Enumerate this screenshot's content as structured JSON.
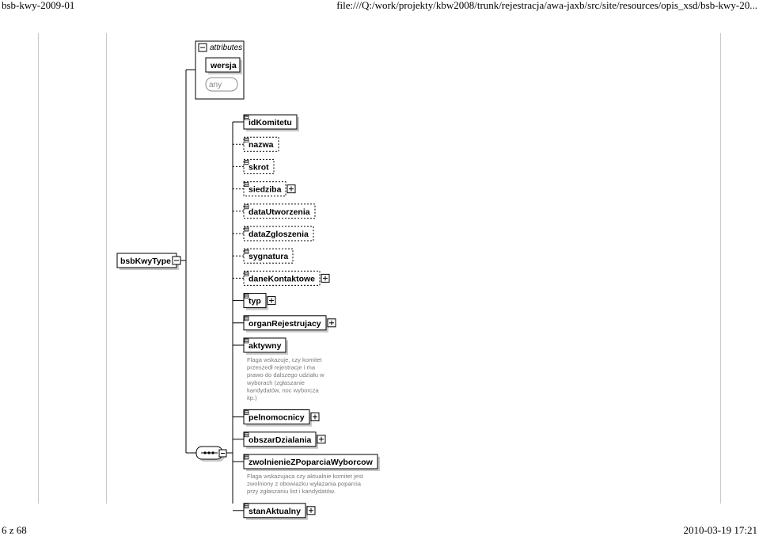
{
  "header": {
    "left_title": "bsb-kwy-2009-01",
    "right_url": "file:///Q:/work/projekty/kbw2008/trunk/rejestracja/awa-jaxb/src/site/resources/opis_xsd/bsb-kwy-20..."
  },
  "footer": {
    "page_indicator": "6 z 68",
    "timestamp": "2010-03-19 17:21"
  },
  "diagram": {
    "root": "bsbKwyType",
    "attributes": {
      "title": "attributes",
      "items": [
        "wersja",
        "any"
      ]
    },
    "elements": [
      {
        "name": "idKomitetu",
        "optional": false,
        "expandable": false
      },
      {
        "name": "nazwa",
        "optional": true,
        "expandable": false
      },
      {
        "name": "skrot",
        "optional": true,
        "expandable": false
      },
      {
        "name": "siedziba",
        "optional": true,
        "expandable": true
      },
      {
        "name": "dataUtworzenia",
        "optional": true,
        "expandable": false
      },
      {
        "name": "dataZgloszenia",
        "optional": true,
        "expandable": false
      },
      {
        "name": "sygnatura",
        "optional": true,
        "expandable": false
      },
      {
        "name": "daneKontaktowe",
        "optional": true,
        "expandable": true
      },
      {
        "name": "typ",
        "optional": false,
        "expandable": true
      },
      {
        "name": "organRejestrujacy",
        "optional": false,
        "expandable": true
      },
      {
        "name": "aktywny",
        "optional": false,
        "expandable": false,
        "doc": [
          "Flaga wskazuje, czy komitet",
          "przeszedł rejestracje i ma",
          "prawo do dalszego udziału w",
          "wyborach (zgłaszanie",
          "kandydatów, noc wyborcza",
          "itp.)"
        ]
      },
      {
        "name": "pelnomocnicy",
        "optional": false,
        "expandable": true
      },
      {
        "name": "obszarDzialania",
        "optional": false,
        "expandable": true
      },
      {
        "name": "zwolnienieZPoparciaWyborcow",
        "optional": false,
        "expandable": false,
        "doc": [
          "Flaga wskazujaca czy aktualnie komitet jest",
          "zwolniony z obowiazku wyłazania poparcia",
          "przy zgłaszaniu list i kandydatów."
        ]
      },
      {
        "name": "stanAktualny",
        "optional": false,
        "expandable": true
      }
    ]
  }
}
